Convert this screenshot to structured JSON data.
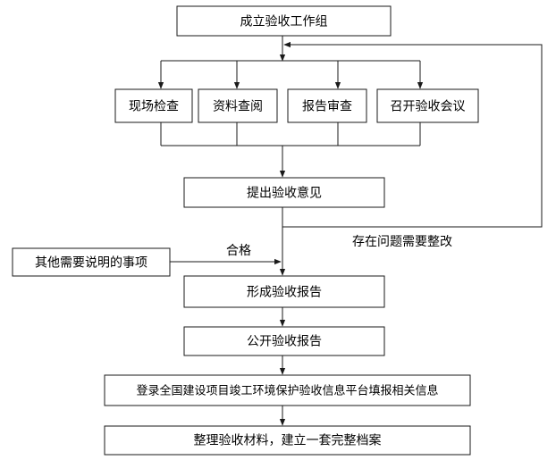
{
  "nodes": {
    "establish_group": "成立验收工作组",
    "onsite_inspection": "现场检查",
    "document_review": "资料查阅",
    "report_review": "报告审查",
    "hold_meeting": "召开验收会议",
    "propose_opinion": "提出验收意见",
    "other_matters": "其他需要说明的事项",
    "form_report": "形成验收报告",
    "publish_report": "公开验收报告",
    "register_platform": "登录全国建设项目竣工环境保护验收信息平台填报相关信息",
    "archive_materials": "整理验收材料，建立一套完整档案"
  },
  "edges": {
    "qualified": "合格",
    "rectification": "存在问题需要整改"
  }
}
